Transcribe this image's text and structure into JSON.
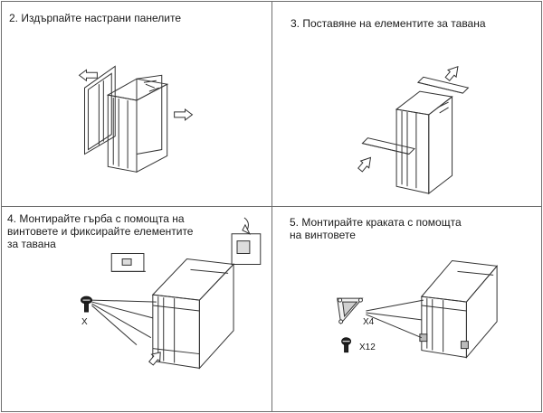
{
  "steps": [
    {
      "number": "2.",
      "title": "Издърпайте настрани панелите"
    },
    {
      "number": "3.",
      "title": "Поставяне на елементите за тавана"
    },
    {
      "number": "4.",
      "title_lines": [
        "Монтирайте гърба с помощта на",
        "винтовете и фиксирайте елементите",
        "за тавана"
      ],
      "screw_count": "X"
    },
    {
      "number": "5.",
      "title_lines": [
        "Монтирайте краката с помощта",
        "на винтовете"
      ],
      "bracket_count": "X4",
      "screw_count": "X12"
    }
  ]
}
